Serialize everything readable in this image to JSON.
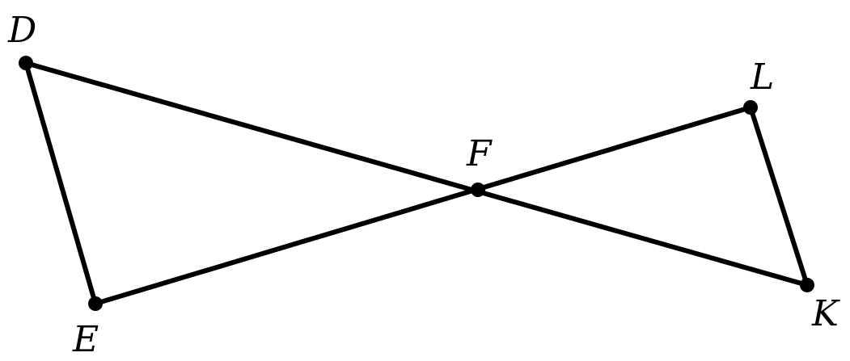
{
  "diagram": {
    "colors": {
      "stroke": "#000000",
      "background": "#ffffff"
    },
    "points": [
      {
        "id": "D",
        "label": "D"
      },
      {
        "id": "E",
        "label": "E"
      },
      {
        "id": "F",
        "label": "F"
      },
      {
        "id": "L",
        "label": "L"
      },
      {
        "id": "K",
        "label": "K"
      }
    ],
    "segments": [
      {
        "from": "D",
        "to": "E"
      },
      {
        "from": "D",
        "to": "K"
      },
      {
        "from": "E",
        "to": "L"
      },
      {
        "from": "L",
        "to": "K"
      }
    ]
  }
}
